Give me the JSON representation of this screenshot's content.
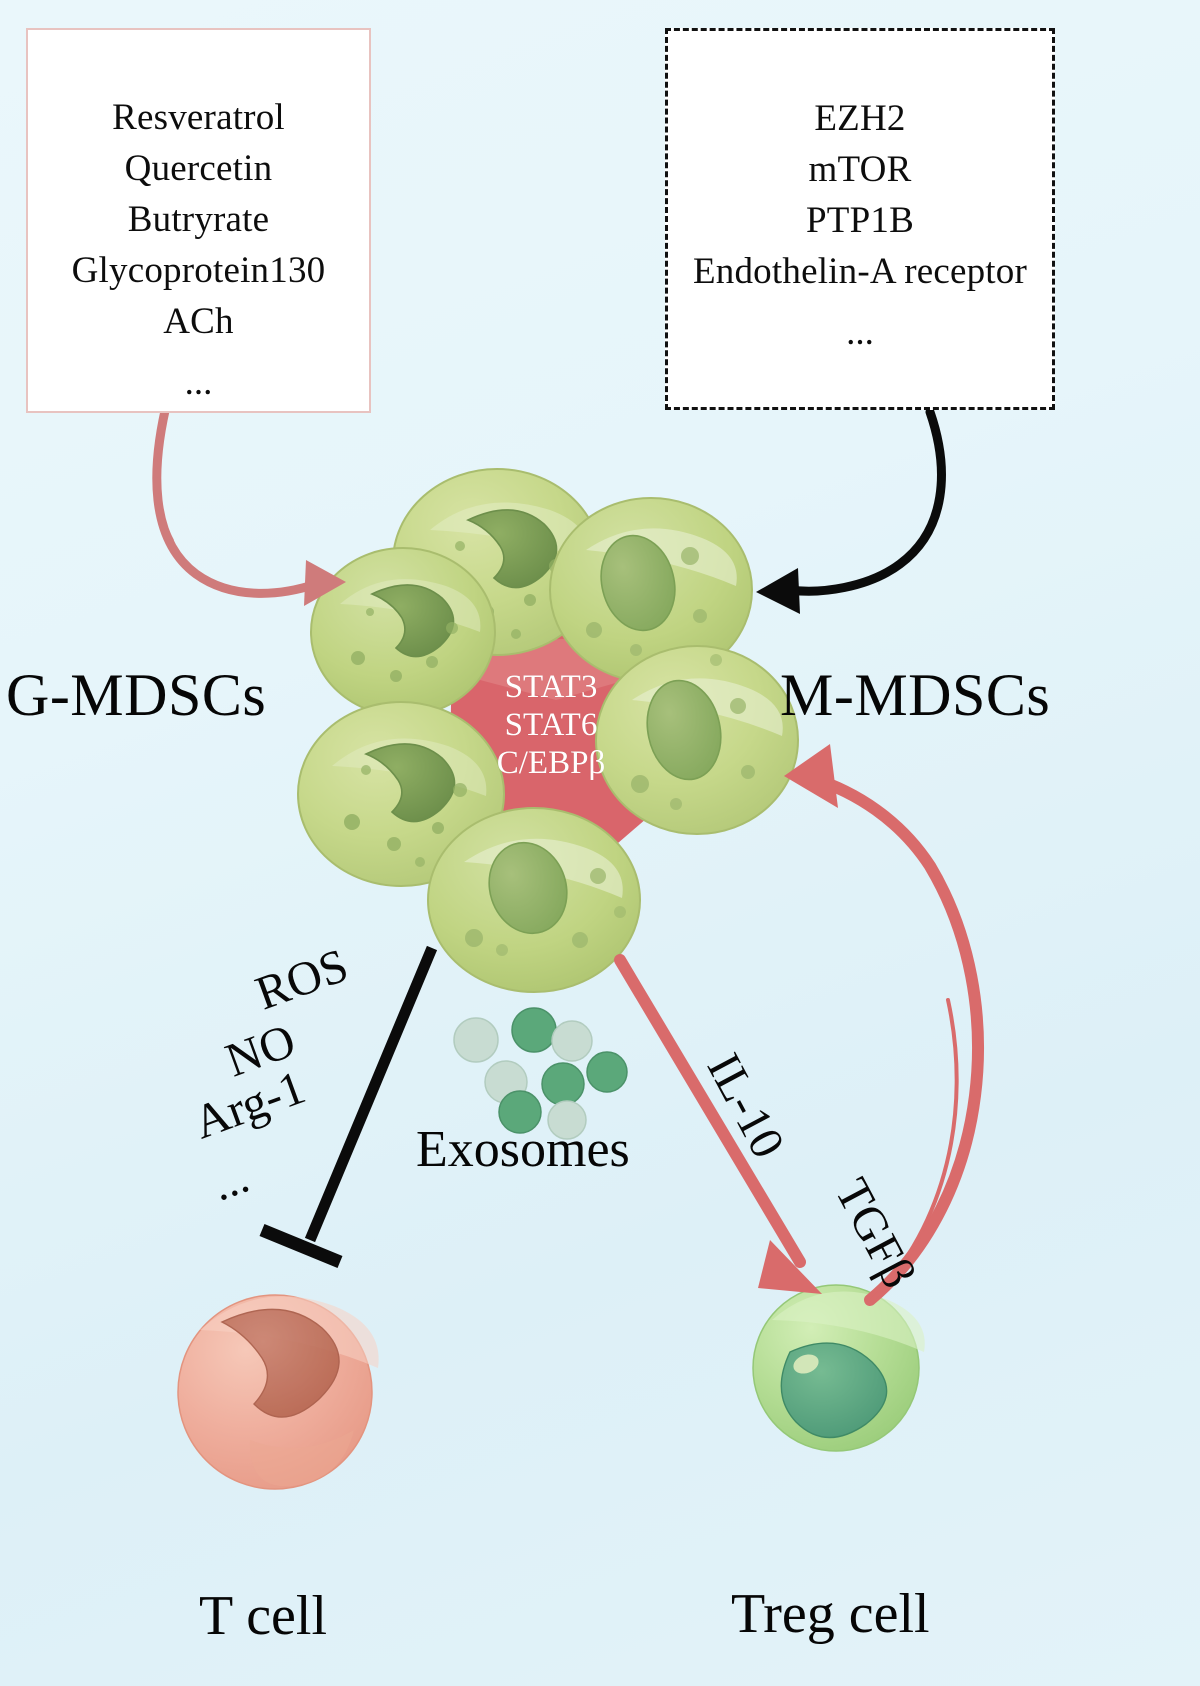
{
  "figure": {
    "background_color": "#e6f4fa",
    "title_hidden": true
  },
  "box_left": {
    "border_color": "#e8c3c0",
    "border_style": "solid",
    "items": [
      "Resveratrol",
      "Quercetin",
      "Butryrate",
      "Glycoprotein130",
      "ACh"
    ],
    "ellipsis": "..."
  },
  "box_right": {
    "border_color": "#111111",
    "border_style": "dashed",
    "items": [
      "EZH2",
      "mTOR",
      "PTP1B",
      "Endothelin-A receptor"
    ],
    "ellipsis": "..."
  },
  "labels": {
    "g_mdscs": "G-MDSCs",
    "m_mdscs": "M-MDSCs",
    "exosomes": "Exosomes",
    "t_cell": "T cell",
    "treg_cell": "Treg cell"
  },
  "cluster": {
    "center_color": "#d9656b",
    "cell_color": "#c7d88a",
    "transcription_factors": [
      "STAT3",
      "STAT6",
      "C/EBPβ"
    ]
  },
  "effectors": {
    "items": [
      "ROS",
      "NO",
      "Arg-1"
    ],
    "ellipsis": "...",
    "arrow_type": "inhibition",
    "arrow_color": "#0b0b0b"
  },
  "cytokines": {
    "il10": "IL-10",
    "tgfb": "TGFβ",
    "arrow_color": "#d96b6b"
  },
  "arrows": {
    "left_activation_color": "#cf7b7b",
    "right_activation_color": "#0b0b0b"
  },
  "cells": {
    "t_cell_color": "#efae9d",
    "t_cell_nucleus_color": "#bd6e5c",
    "treg_cell_color": "#b5dd95",
    "treg_nucleus_color": "#5fa87f"
  },
  "exosome_colors": [
    "#5ba87a",
    "#c8dcd2"
  ]
}
